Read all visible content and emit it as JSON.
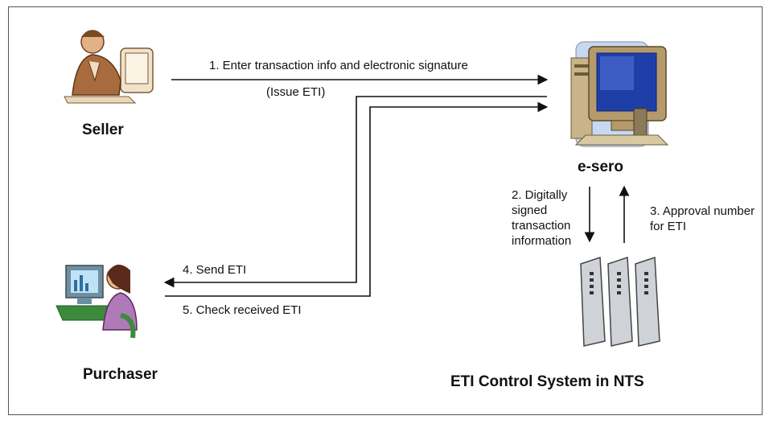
{
  "actors": {
    "seller": "Seller",
    "purchaser": "Purchaser",
    "esero": "e-sero",
    "nts": "ETI Control System in NTS"
  },
  "steps": {
    "step1": "1. Enter transaction info and electronic signature",
    "issue": "(Issue ETI)",
    "step2": [
      "2. Digitally",
      "signed",
      "transaction",
      "information"
    ],
    "step3": [
      "3. Approval number",
      "for ETI"
    ],
    "step4": "4. Send ETI",
    "step5": "5. Check  received ETI"
  },
  "icons": {
    "seller": "seller-at-computer-icon",
    "purchaser": "purchaser-at-computer-icon",
    "esero": "desktop-computer-icon",
    "nts": "server-rack-icon"
  }
}
